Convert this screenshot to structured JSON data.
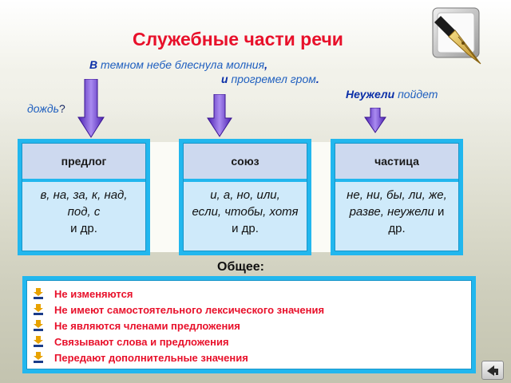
{
  "title": "Служебные части речи",
  "examples": {
    "s1_word": "В",
    "s1_rest": " темном небе блеснула молния",
    "s1_punct": ",",
    "s2_word": "и",
    "s2_rest": " прогремел гром",
    "s2_punct": ".",
    "s3_word": "Неужели",
    "s3_rest": " пойдет",
    "s4_rest": "дождь",
    "s4_punct": "?"
  },
  "cards": [
    {
      "title": "предлог",
      "line1": "в, на, за, к, над,",
      "line2": "под, с",
      "line3": "и др."
    },
    {
      "title": "союз",
      "line1": "и, а, но, или,",
      "line2": "если, чтобы, хотя",
      "line3": "и др."
    },
    {
      "title": "частица",
      "line1": "не, ни, бы, ли, же,",
      "line2a": "разве, неужели",
      "line2b": " и",
      "line3": "др."
    }
  ],
  "common": {
    "title": "Общее:",
    "items": [
      "Не изменяются",
      "Не имеют самостоятельного лексического значения",
      "Не являются членами предложения",
      "Связывают слова и предложения",
      "Передают дополнительные значения"
    ]
  },
  "colors": {
    "title": "#e8102a",
    "card_border": "#22b7ee",
    "card_header": "#cdd9ef",
    "card_body": "#cfeafa",
    "arrow": "#6d3fd0",
    "list_text": "#e8102a"
  },
  "icons": {
    "logo": "fountain-pen-icon",
    "bullet": "arrow-bullet-icon",
    "nav": "return-icon"
  }
}
